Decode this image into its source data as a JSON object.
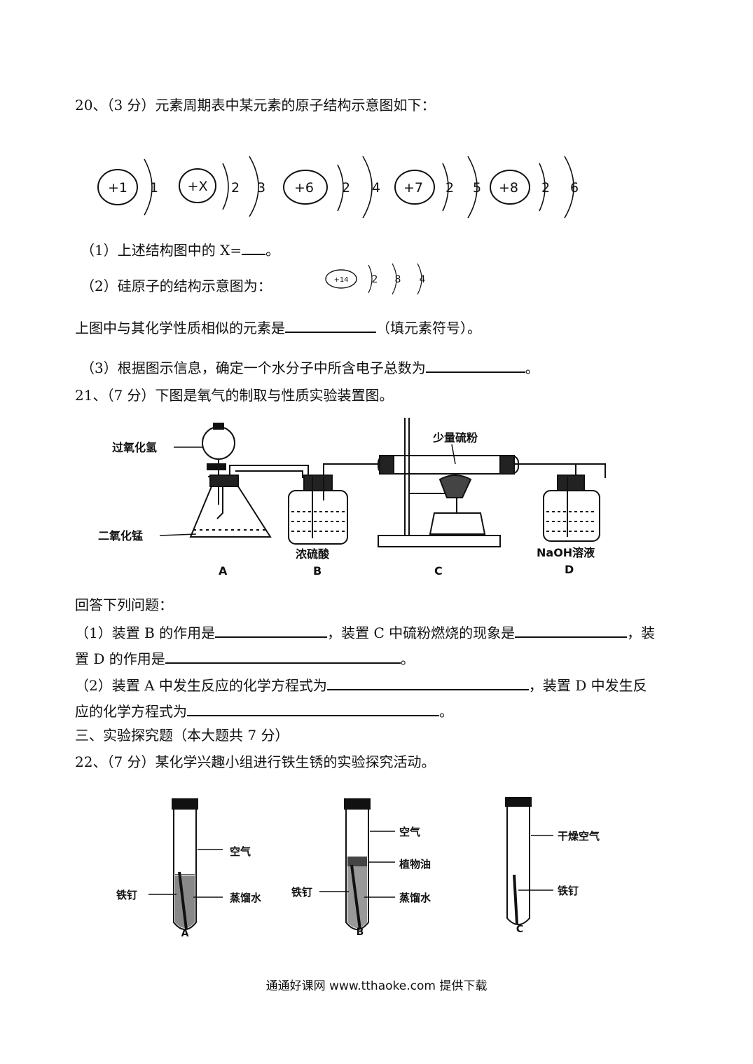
{
  "q20": {
    "title": "20、（3 分）元素周期表中某元素的原子结构示意图如下：",
    "atoms": [
      {
        "nucleus": "+1",
        "shells": [
          "1"
        ]
      },
      {
        "nucleus": "+X",
        "shells": [
          "2",
          "3"
        ]
      },
      {
        "nucleus": "+6",
        "shells": [
          "2",
          "4"
        ]
      },
      {
        "nucleus": "+7",
        "shells": [
          "2",
          "5"
        ]
      },
      {
        "nucleus": "+8",
        "shells": [
          "2",
          "6"
        ]
      }
    ],
    "p1": "（1）上述结构图中的 X=",
    "p1_end": "。",
    "p2": "（2）硅原子的结构示意图为：",
    "si": {
      "nucleus": "+14",
      "shells": [
        "2",
        "8",
        "4"
      ]
    },
    "p2b": "上图中与其化学性质相似的元素是",
    "p2b_end": "（填元素符号）。",
    "p3": "（3）根据图示信息，确定一个水分子中所含电子总数为",
    "p3_end": "。"
  },
  "q21": {
    "title": "21、（7 分）下图是氧气的制取与性质实验装置图。",
    "labels": {
      "h2o2": "过氧化氢",
      "mno2": "二氧化锰",
      "sulfur": "少量硫粉",
      "h2so4": "浓硫酸",
      "naoh": "NaOH溶液"
    },
    "letters": [
      "A",
      "B",
      "C",
      "D"
    ],
    "intro": "回答下列问题：",
    "a1_1": "（1）装置 B 的作用是",
    "a1_2": "，装置 C 中硫粉燃烧的现象是",
    "a1_3": "，装",
    "a1_4": "置 D 的作用是",
    "a1_5": "。",
    "a2_1": "（2）装置 A 中发生反应的化学方程式为",
    "a2_2": "，装置 D 中发生反",
    "a2_3": "应的化学方程式为",
    "a2_4": "。"
  },
  "section3": "三、实验探究题（本大题共 7 分）",
  "q22": {
    "title": "22、（7 分）某化学兴趣小组进行铁生锈的实验探究活动。",
    "tubeA": {
      "air": "空气",
      "nail": "铁钉",
      "water": "蒸馏水",
      "letter": "A"
    },
    "tubeB": {
      "air": "空气",
      "oil": "植物油",
      "nail": "铁钉",
      "water": "蒸馏水",
      "letter": "B"
    },
    "tubeC": {
      "air": "干燥空气",
      "nail": "铁钉",
      "letter": "C"
    }
  },
  "footer": "通通好课网  www.tthaoke.com  提供下载"
}
